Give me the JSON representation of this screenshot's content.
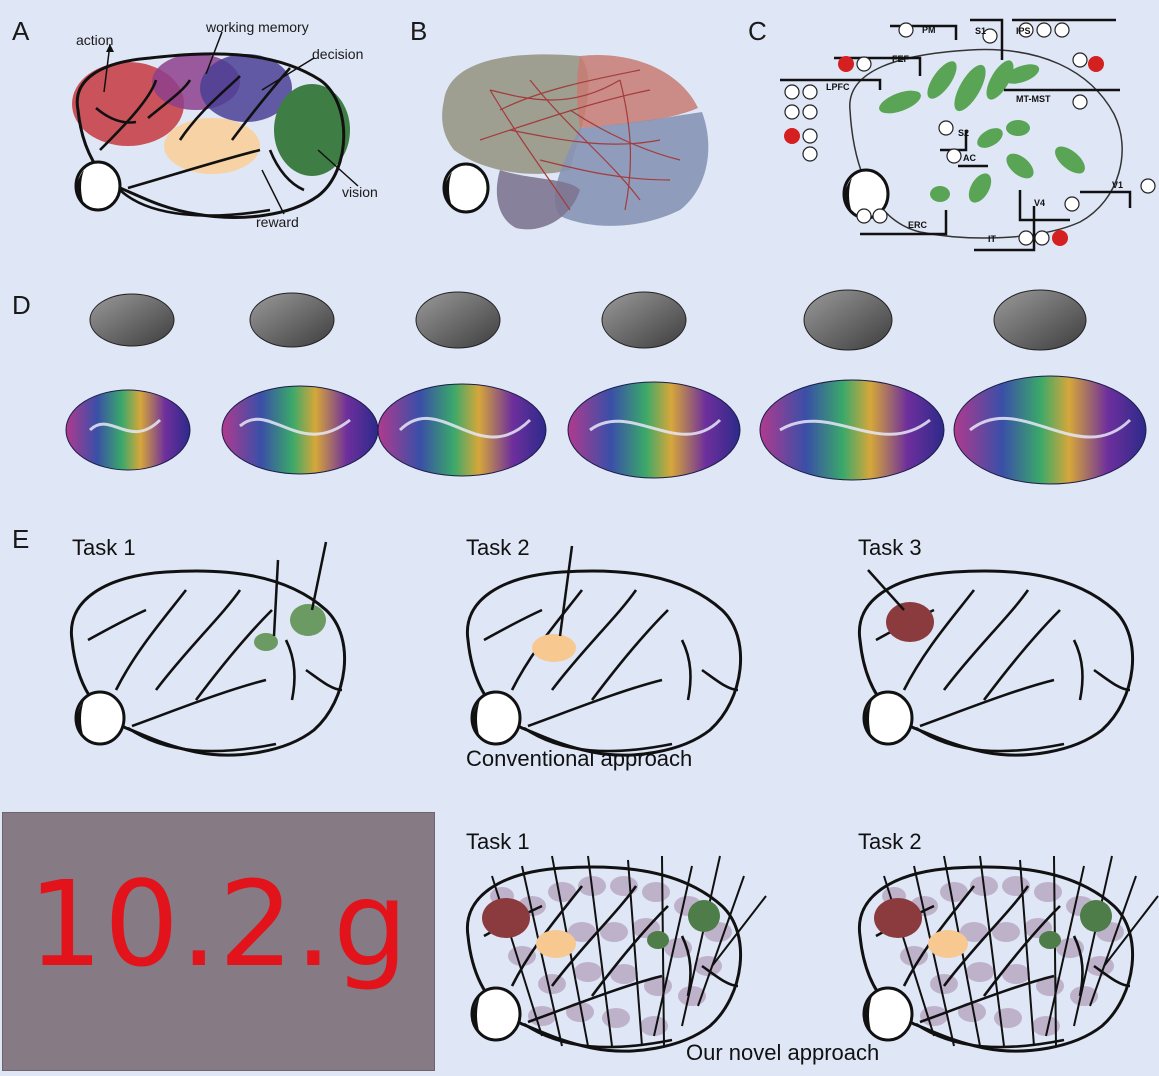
{
  "panels": {
    "a": {
      "letter": "A",
      "labels": {
        "action": "action",
        "working_memory": "working memory",
        "decision": "decision",
        "vision": "vision",
        "reward": "reward"
      }
    },
    "b": {
      "letter": "B"
    },
    "c": {
      "letter": "C",
      "areas": {
        "pm": "PM",
        "s1": "S1",
        "ips": "IPS",
        "fef": "FEF",
        "lpfc": "LPFC",
        "mt_mst": "MT-MST",
        "s2": "S2",
        "ac": "AC",
        "v4": "V4",
        "v1": "V1",
        "erc": "ERC",
        "it": "IT"
      }
    },
    "d": {
      "letter": "D"
    },
    "e": {
      "letter": "E",
      "conventional": {
        "tasks": [
          "Task 1",
          "Task 2",
          "Task 3"
        ],
        "caption": "Conventional approach"
      },
      "novel": {
        "tasks": [
          "Task 1",
          "Task 2"
        ],
        "caption": "Our novel approach"
      }
    }
  },
  "overlay": {
    "weight": "10.2.g"
  },
  "colors": {
    "background": "#dfe6f6",
    "action": "#c8434a",
    "working_memory": "#8e3f8c",
    "decision": "#4b3f95",
    "vision": "#3e7d44",
    "reward": "#f7d2a4",
    "area_green": "#5aa455",
    "marker_red": "#d42020",
    "overlay_box": "#867a85",
    "overlay_text": "#e2131b"
  }
}
